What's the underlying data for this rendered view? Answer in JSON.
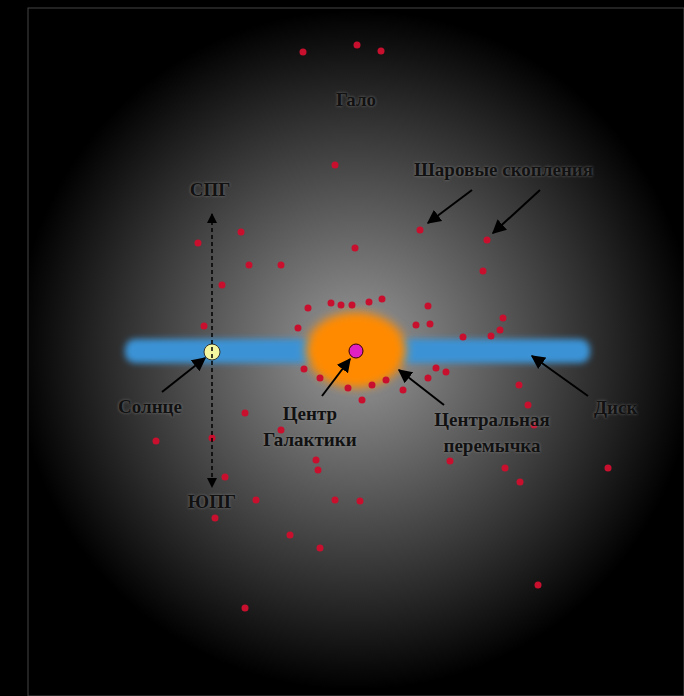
{
  "diagram": {
    "labels": [
      "Гало",
      "Шаровые скопления",
      "СПГ",
      "Солнце",
      "Центр Галактики",
      "Центральная перемычка",
      "Диск",
      "ЮПГ"
    ]
  }
}
